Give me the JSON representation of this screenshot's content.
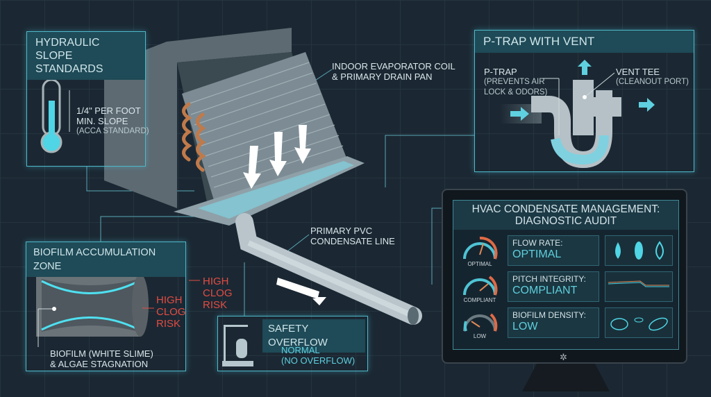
{
  "hydraulic": {
    "title": "HYDRAULIC SLOPE STANDARDS",
    "line1": "1/4\" PER FOOT",
    "line2": "MIN. SLOPE",
    "line3": "(ACCA STANDARD)",
    "fill_level": 0.6
  },
  "coil_label": {
    "line1": "INDOOR EVAPORATOR COIL",
    "line2": "& PRIMARY DRAIN PAN"
  },
  "pvc_label": {
    "line1": "PRIMARY PVC",
    "line2": "CONDENSATE LINE"
  },
  "ptrap": {
    "title": "P-TRAP WITH VENT",
    "trap_label": "P-TRAP",
    "trap_note1": "(PREVENTS AIR",
    "trap_note2": "LOCK & ODORS)",
    "vent_label": "VENT TEE",
    "vent_note": "(CLEANOUT PORT)"
  },
  "biofilm": {
    "title": "BIOFILM ACCUMULATION ZONE",
    "risk": [
      "HIGH",
      "CLOG",
      "RISK"
    ],
    "caption1": "BIOFILM (WHITE SLIME)",
    "caption2": "& ALGAE STAGNATION"
  },
  "outside_risk": [
    "HIGH",
    "CLOG",
    "RISK"
  ],
  "overflow": {
    "title": "SAFETY OVERFLOW",
    "status1": "NORMAL",
    "status2": "(NO OVERFLOW)"
  },
  "dashboard": {
    "title1": "HVAC CONDENSATE MANAGEMENT:",
    "title2": "DIAGNOSTIC AUDIT",
    "rows": [
      {
        "gauge_label": "OPTIMAL",
        "label": "FLOW RATE:",
        "value": "OPTIMAL",
        "icon": "water-drops"
      },
      {
        "gauge_label": "COMPLIANT",
        "label": "PITCH INTEGRITY:",
        "value": "COMPLIANT",
        "icon": "line-graph"
      },
      {
        "gauge_label": "LOW",
        "label": "BIOFILM DENSITY:",
        "value": "LOW",
        "icon": "bacteria"
      }
    ]
  },
  "colors": {
    "accent": "#4fb9c9",
    "danger": "#e24c43",
    "water": "#5fd0df",
    "background": "#1b2833"
  }
}
